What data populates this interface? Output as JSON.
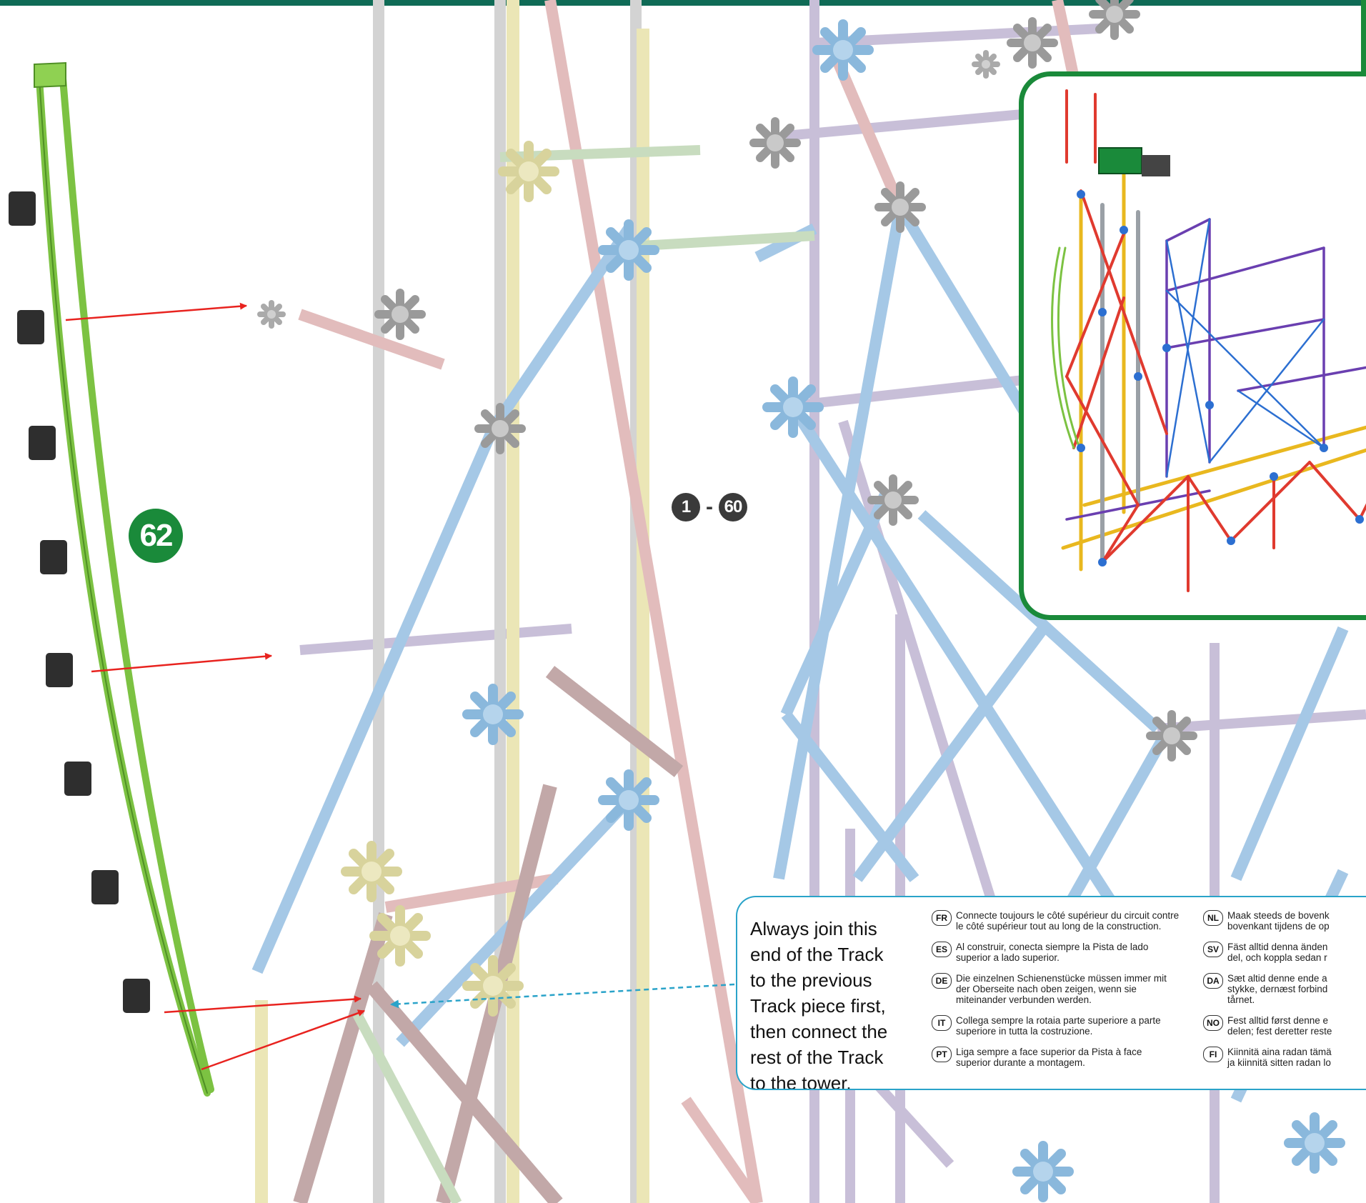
{
  "step_number": "62",
  "prior_steps": {
    "from": "1",
    "separator": "-",
    "to": "60"
  },
  "instruction_main": "Always join this\nend of the Track\nto the previous\nTrack piece first,\nthen connect the\nrest of the Track\nto the tower.",
  "translations_left": [
    {
      "code": "FR",
      "text": "Connecte toujours le côté supérieur du circuit contre\nle côté supérieur tout au long de la construction."
    },
    {
      "code": "ES",
      "text": "Al construir, conecta siempre la Pista de lado\nsuperior a lado superior."
    },
    {
      "code": "DE",
      "text": "Die einzelnen Schienenstücke müssen immer mit\nder Oberseite nach oben zeigen, wenn sie\nmiteinander verbunden werden."
    },
    {
      "code": "IT",
      "text": "Collega sempre la rotaia parte superiore a parte\nsuperiore in tutta la costruzione."
    },
    {
      "code": "PT",
      "text": "Liga sempre a face superior da Pista à face\nsuperior durante a montagem."
    }
  ],
  "translations_right": [
    {
      "code": "NL",
      "text": "Maak steeds de bovenk\nbovenkant tijdens de op"
    },
    {
      "code": "SV",
      "text": "Fäst alltid denna änden\ndel, och koppla sedan r"
    },
    {
      "code": "DA",
      "text": "Sæt altid denne ende a\nstykke, dernæst forbind\ntårnet."
    },
    {
      "code": "NO",
      "text": "Fest alltid først denne e\ndelen; fest deretter reste"
    },
    {
      "code": "FI",
      "text": "Kiinnitä aina radan tämä\nja kiinnitä sitten radan lo"
    }
  ],
  "colors": {
    "step_badge": "#1a8a3a",
    "inset_border": "#1a8a3a",
    "note_border": "#2aa3c9",
    "track_green": "#7cc242",
    "attach_arrow": "#e8231f",
    "dashed_arrow": "#2aa3c9",
    "top_bar": "#0f6b56"
  }
}
